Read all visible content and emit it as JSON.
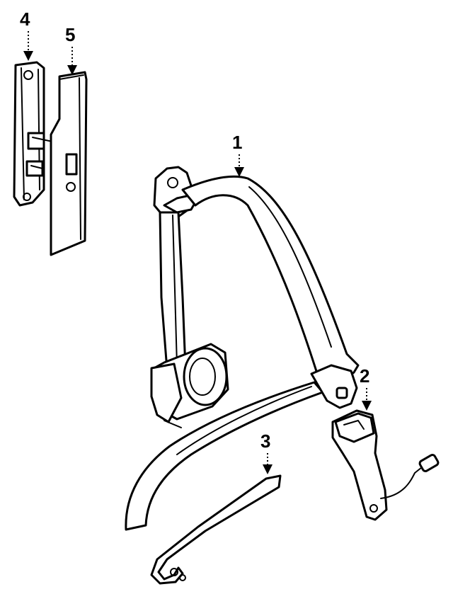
{
  "callouts": [
    {
      "id": "1",
      "text": "1"
    },
    {
      "id": "2",
      "text": "2"
    },
    {
      "id": "3",
      "text": "3"
    },
    {
      "id": "4",
      "text": "4"
    },
    {
      "id": "5",
      "text": "5"
    }
  ],
  "parts_shown": [
    "seat-belt-assembly",
    "buckle",
    "wire-harness",
    "height-adjuster",
    "pillar-trim-panel"
  ]
}
